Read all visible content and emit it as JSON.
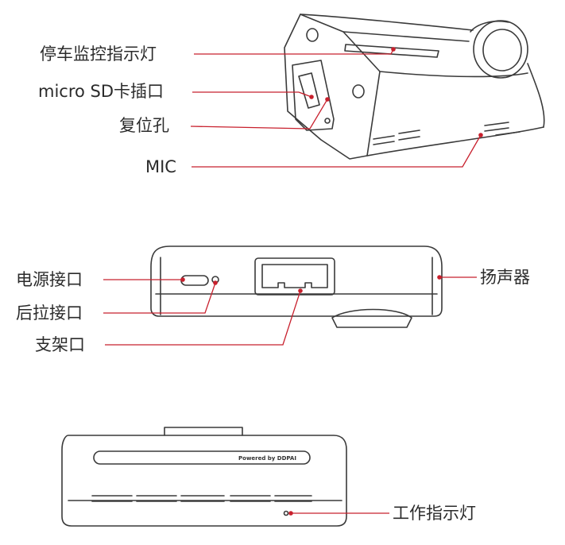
{
  "colors": {
    "leader": "#c8202d",
    "outline": "#3a3a3a",
    "text": "#2b2b2b"
  },
  "callouts": {
    "parking_indicator": "停车监控指示灯",
    "micro_sd_slot": "micro SD卡插口",
    "reset_hole": "复位孔",
    "mic": "MIC",
    "power_port": "电源接口",
    "rear_cam_port": "后拉接口",
    "bracket_port": "支架口",
    "speaker": "扬声器",
    "work_indicator": "工作指示灯"
  },
  "device": {
    "brand_text": "Powered by DDPAI"
  }
}
